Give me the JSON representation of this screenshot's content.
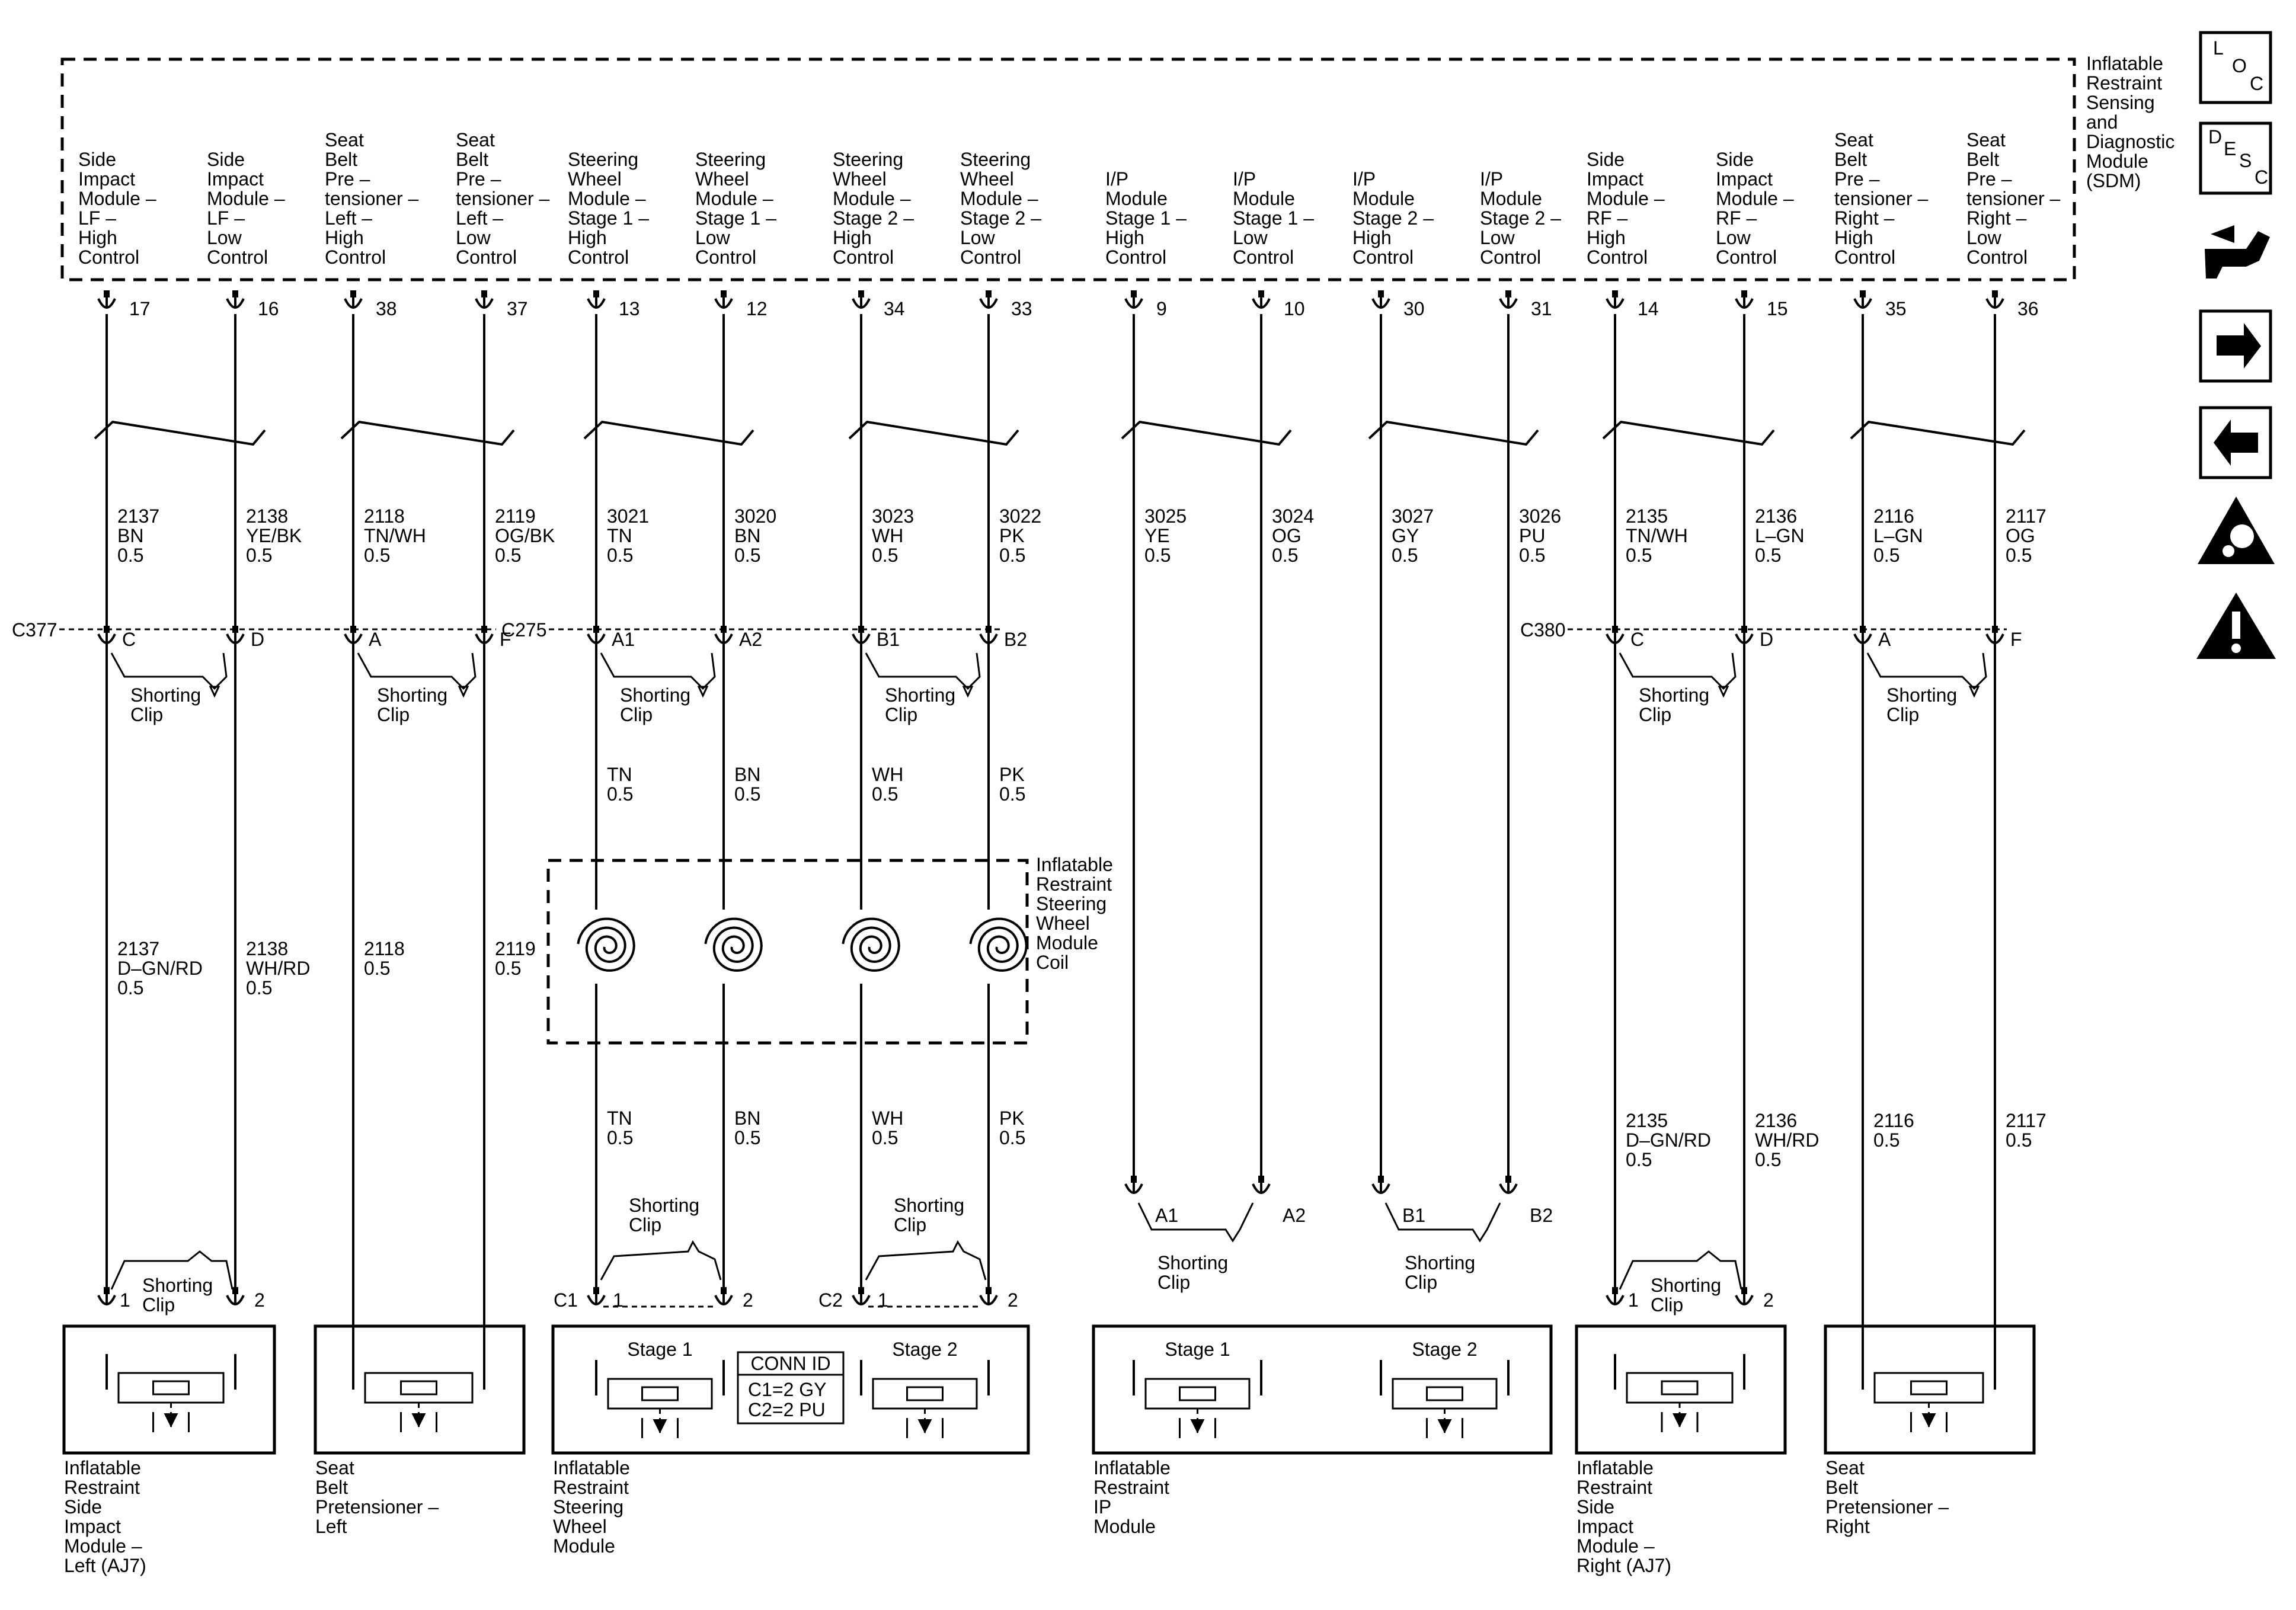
{
  "sdm": {
    "label": [
      "Inflatable",
      "Restraint",
      "Sensing",
      "and",
      "Diagnostic",
      "Module",
      "(SDM)"
    ],
    "circuits": [
      {
        "desc": [
          "Side",
          "Impact",
          "Module –",
          "LF –",
          "High",
          "Control"
        ],
        "pin": "17",
        "num": "2137",
        "color": "BN",
        "gauge": "0.5"
      },
      {
        "desc": [
          "Side",
          "Impact",
          "Module –",
          "LF –",
          "Low",
          "Control"
        ],
        "pin": "16",
        "num": "2138",
        "color": "YE/BK",
        "gauge": "0.5"
      },
      {
        "desc": [
          "Seat",
          "Belt",
          "Pre –",
          "tensioner –",
          "Left –",
          "High",
          "Control"
        ],
        "pin": "38",
        "num": "2118",
        "color": "TN/WH",
        "gauge": "0.5"
      },
      {
        "desc": [
          "Seat",
          "Belt",
          "Pre –",
          "tensioner –",
          "Left –",
          "Low",
          "Control"
        ],
        "pin": "37",
        "num": "2119",
        "color": "OG/BK",
        "gauge": "0.5"
      },
      {
        "desc": [
          "Steering",
          "Wheel",
          "Module –",
          "Stage 1 –",
          "High",
          "Control"
        ],
        "pin": "13",
        "num": "3021",
        "color": "TN",
        "gauge": "0.5"
      },
      {
        "desc": [
          "Steering",
          "Wheel",
          "Module –",
          "Stage 1 –",
          "Low",
          "Control"
        ],
        "pin": "12",
        "num": "3020",
        "color": "BN",
        "gauge": "0.5"
      },
      {
        "desc": [
          "Steering",
          "Wheel",
          "Module –",
          "Stage 2 –",
          "High",
          "Control"
        ],
        "pin": "34",
        "num": "3023",
        "color": "WH",
        "gauge": "0.5"
      },
      {
        "desc": [
          "Steering",
          "Wheel",
          "Module –",
          "Stage 2 –",
          "Low",
          "Control"
        ],
        "pin": "33",
        "num": "3022",
        "color": "PK",
        "gauge": "0.5"
      },
      {
        "desc": [
          "I/P",
          "Module",
          "Stage 1 –",
          "High",
          "Control"
        ],
        "pin": "9",
        "num": "3025",
        "color": "YE",
        "gauge": "0.5"
      },
      {
        "desc": [
          "I/P",
          "Module",
          "Stage 1 –",
          "Low",
          "Control"
        ],
        "pin": "10",
        "num": "3024",
        "color": "OG",
        "gauge": "0.5"
      },
      {
        "desc": [
          "I/P",
          "Module",
          "Stage 2 –",
          "High",
          "Control"
        ],
        "pin": "30",
        "num": "3027",
        "color": "GY",
        "gauge": "0.5"
      },
      {
        "desc": [
          "I/P",
          "Module",
          "Stage 2 –",
          "Low",
          "Control"
        ],
        "pin": "31",
        "num": "3026",
        "color": "PU",
        "gauge": "0.5"
      },
      {
        "desc": [
          "Side",
          "Impact",
          "Module –",
          "RF –",
          "High",
          "Control"
        ],
        "pin": "14",
        "num": "2135",
        "color": "TN/WH",
        "gauge": "0.5"
      },
      {
        "desc": [
          "Side",
          "Impact",
          "Module –",
          "RF –",
          "Low",
          "Control"
        ],
        "pin": "15",
        "num": "2136",
        "color": "L–GN",
        "gauge": "0.5"
      },
      {
        "desc": [
          "Seat",
          "Belt",
          "Pre –",
          "tensioner –",
          "Right –",
          "High",
          "Control"
        ],
        "pin": "35",
        "num": "2116",
        "color": "L–GN",
        "gauge": "0.5"
      },
      {
        "desc": [
          "Seat",
          "Belt",
          "Pre –",
          "tensioner –",
          "Right –",
          "Low",
          "Control"
        ],
        "pin": "36",
        "num": "2117",
        "color": "OG",
        "gauge": "0.5"
      }
    ]
  },
  "connectors": [
    {
      "name": "C377",
      "pins": [
        "C",
        "D",
        "A",
        "F"
      ]
    },
    {
      "name": "C275",
      "pins": [
        "A1",
        "A2",
        "B1",
        "B2"
      ]
    },
    {
      "name": "C380",
      "pins": [
        "C",
        "D",
        "A",
        "F"
      ]
    }
  ],
  "shorting_clip": [
    "Shorting",
    "Clip"
  ],
  "mid_wires": [
    {
      "num": "2137",
      "color": "D–GN/RD",
      "gauge": "0.5"
    },
    {
      "num": "2138",
      "color": "WH/RD",
      "gauge": "0.5"
    },
    {
      "num": "2118",
      "color": "",
      "gauge": "0.5"
    },
    {
      "num": "2119",
      "color": "",
      "gauge": "0.5"
    },
    {
      "num": "2135",
      "color": "D–GN/RD",
      "gauge": "0.5"
    },
    {
      "num": "2136",
      "color": "WH/RD",
      "gauge": "0.5"
    },
    {
      "num": "2116",
      "color": "",
      "gauge": "0.5"
    },
    {
      "num": "2117",
      "color": "",
      "gauge": "0.5"
    }
  ],
  "steering_wires": [
    {
      "color": "TN",
      "gauge": "0.5"
    },
    {
      "color": "BN",
      "gauge": "0.5"
    },
    {
      "color": "WH",
      "gauge": "0.5"
    },
    {
      "color": "PK",
      "gauge": "0.5"
    }
  ],
  "coil_label": [
    "Inflatable",
    "Restraint",
    "Steering",
    "Wheel",
    "Module",
    "Coil"
  ],
  "ip_pins": [
    "A1",
    "A2",
    "B1",
    "B2"
  ],
  "module_pins": [
    "1",
    "2"
  ],
  "steering_connectors": [
    "C1",
    "C2"
  ],
  "stage_labels": [
    "Stage 1",
    "Stage 2"
  ],
  "conn_id": {
    "title": "CONN ID",
    "lines": [
      "C1=2 GY",
      "C2=2 PU"
    ]
  },
  "modules": [
    {
      "label": [
        "Inflatable",
        "Restraint",
        "Side",
        "Impact",
        "Module –",
        "Left (AJ7)"
      ]
    },
    {
      "label": [
        "Seat",
        "Belt",
        "Pretensioner –",
        "Left"
      ]
    },
    {
      "label": [
        "Inflatable",
        "Restraint",
        "Steering",
        "Wheel",
        "Module"
      ]
    },
    {
      "label": [
        "Inflatable",
        "Restraint",
        "IP",
        "Module"
      ]
    },
    {
      "label": [
        "Inflatable",
        "Restraint",
        "Side",
        "Impact",
        "Module –",
        "Right (AJ7)"
      ]
    },
    {
      "label": [
        "Seat",
        "Belt",
        "Pretensioner –",
        "Right"
      ]
    }
  ],
  "sidebar": {
    "loc": [
      "L",
      "O",
      "C"
    ],
    "desc": [
      "D",
      "E",
      "S",
      "C"
    ],
    "icons": [
      "connector-tools-icon",
      "arrow-right-icon",
      "arrow-left-icon",
      "airbag-warning-icon",
      "caution-triangle-icon"
    ]
  }
}
